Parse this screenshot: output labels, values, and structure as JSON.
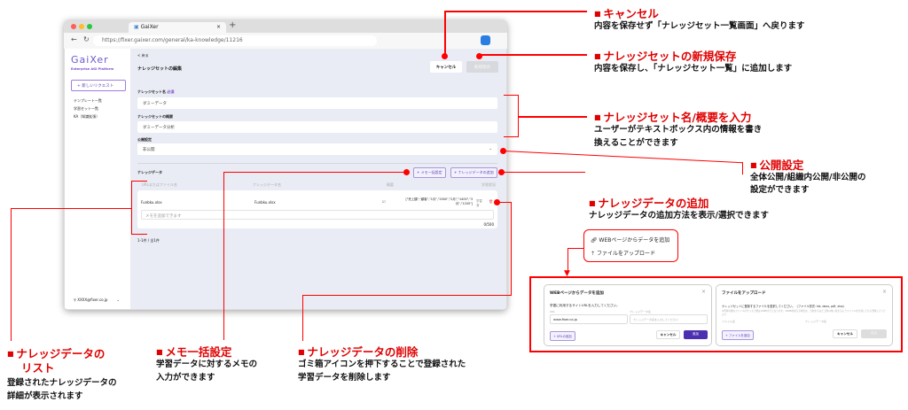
{
  "browser": {
    "tab_title": "GaiXer",
    "url": "https://fixer.gaixer.com/general/ka-knowledge/11216"
  },
  "sidebar": {
    "logo": "GaiXer",
    "tagline": "Enterprise AGI Platform",
    "new_request": "+ 新しいリクエスト",
    "items": [
      "テンプレート一覧",
      "学習セット一覧",
      "KA（知識拡張）"
    ],
    "user": "XXXX@fixer.co.jp"
  },
  "main": {
    "back": "< 戻る",
    "page_title": "ナレッジセットの編集",
    "cancel": "キャンセル",
    "save": "新規保存",
    "name_label": "ナレッジセット名",
    "required": "必須",
    "name_value": "ダミーデータ",
    "summary_label": "ナレッジセットの概要",
    "summary_value": "ダミーデータ分析",
    "visibility_label": "公開設定",
    "visibility_value": "非公開",
    "data_label": "ナレッジデータ",
    "memo_bulk": "+ メモ一括設定",
    "add_data": "+ ナレッジデータの追加",
    "columns": [
      "URLまたはファイル名",
      "ナレッジデータ名",
      "概要",
      "学習状況"
    ],
    "row": {
      "file": "Funbku.xlsx",
      "name": "Funbku.xlsx",
      "summary": "[\"売上額\",\"顧客\",\"1月\",\"2000\",\"2月\",\"1400\",\"3月\",\"1200\"]",
      "status": "学習済",
      "memo_placeholder": "メモを追加できます",
      "count": "0/500"
    },
    "pagination": "1-1件 / 全1件"
  },
  "add_menu": {
    "items": [
      "WEBページからデータを追加",
      "ファイルをアップロード"
    ]
  },
  "web_modal": {
    "title": "WEBページからデータを追加",
    "instruction": "学習に利用するサイトURLを入力してください。",
    "url_label": "URL",
    "url_value": "www.fixer.co.jp",
    "name_label": "ナレッジデータ名",
    "name_placeholder": "ナレッジデータ名を入力してください",
    "add_url": "+ URLの追加",
    "cancel": "キャンセル",
    "submit": "追加"
  },
  "file_modal": {
    "title": "ファイルをアップロード",
    "instruction": "ナレッジセットに登録するファイルを選択してください。（ファイル形式: txt, docx, pdf, xlsx）",
    "note": "※登録可能なファイルのサイズ上限は10MBまでとなります。10MBを超える場合は、分割するなど上限以内に収まるようファイルを分割してから登録してください",
    "file_label": "ファイル名",
    "name_label": "ナレッジデータ名",
    "add_file": "+ ファイルを追加",
    "cancel": "キャンセル",
    "submit": "追加"
  },
  "annotations": [
    {
      "title": "キャンセル",
      "desc": [
        "内容を保存せず「ナレッジセット一覧画面」へ戻ります"
      ]
    },
    {
      "title": "ナレッジセットの新規保存",
      "desc": [
        "内容を保存し、「ナレッジセット一覧」に追加します"
      ]
    },
    {
      "title": "ナレッジセット名/概要を入力",
      "desc": [
        "ユーザーがテキストボックス内の情報を書き",
        "換えることができます"
      ]
    },
    {
      "title": "公開設定",
      "desc": [
        "全体公開/組織内公開/非公開の",
        "設定ができます"
      ]
    },
    {
      "title": "ナレッジデータの追加",
      "desc": [
        "ナレッジデータの追加方法を表示/選択できます"
      ]
    },
    {
      "title": "ナレッジデータの",
      "title2": "リスト",
      "desc": [
        "登録されたナレッジデータの",
        "詳細が表示されます"
      ]
    },
    {
      "title": "メモ一括設定",
      "desc": [
        "学習データに対するメモの",
        "入力ができます"
      ]
    },
    {
      "title": "ナレッジデータの削除",
      "desc": [
        "ゴミ箱アイコンを押下することで登録された",
        "学習データを削除します"
      ]
    }
  ]
}
